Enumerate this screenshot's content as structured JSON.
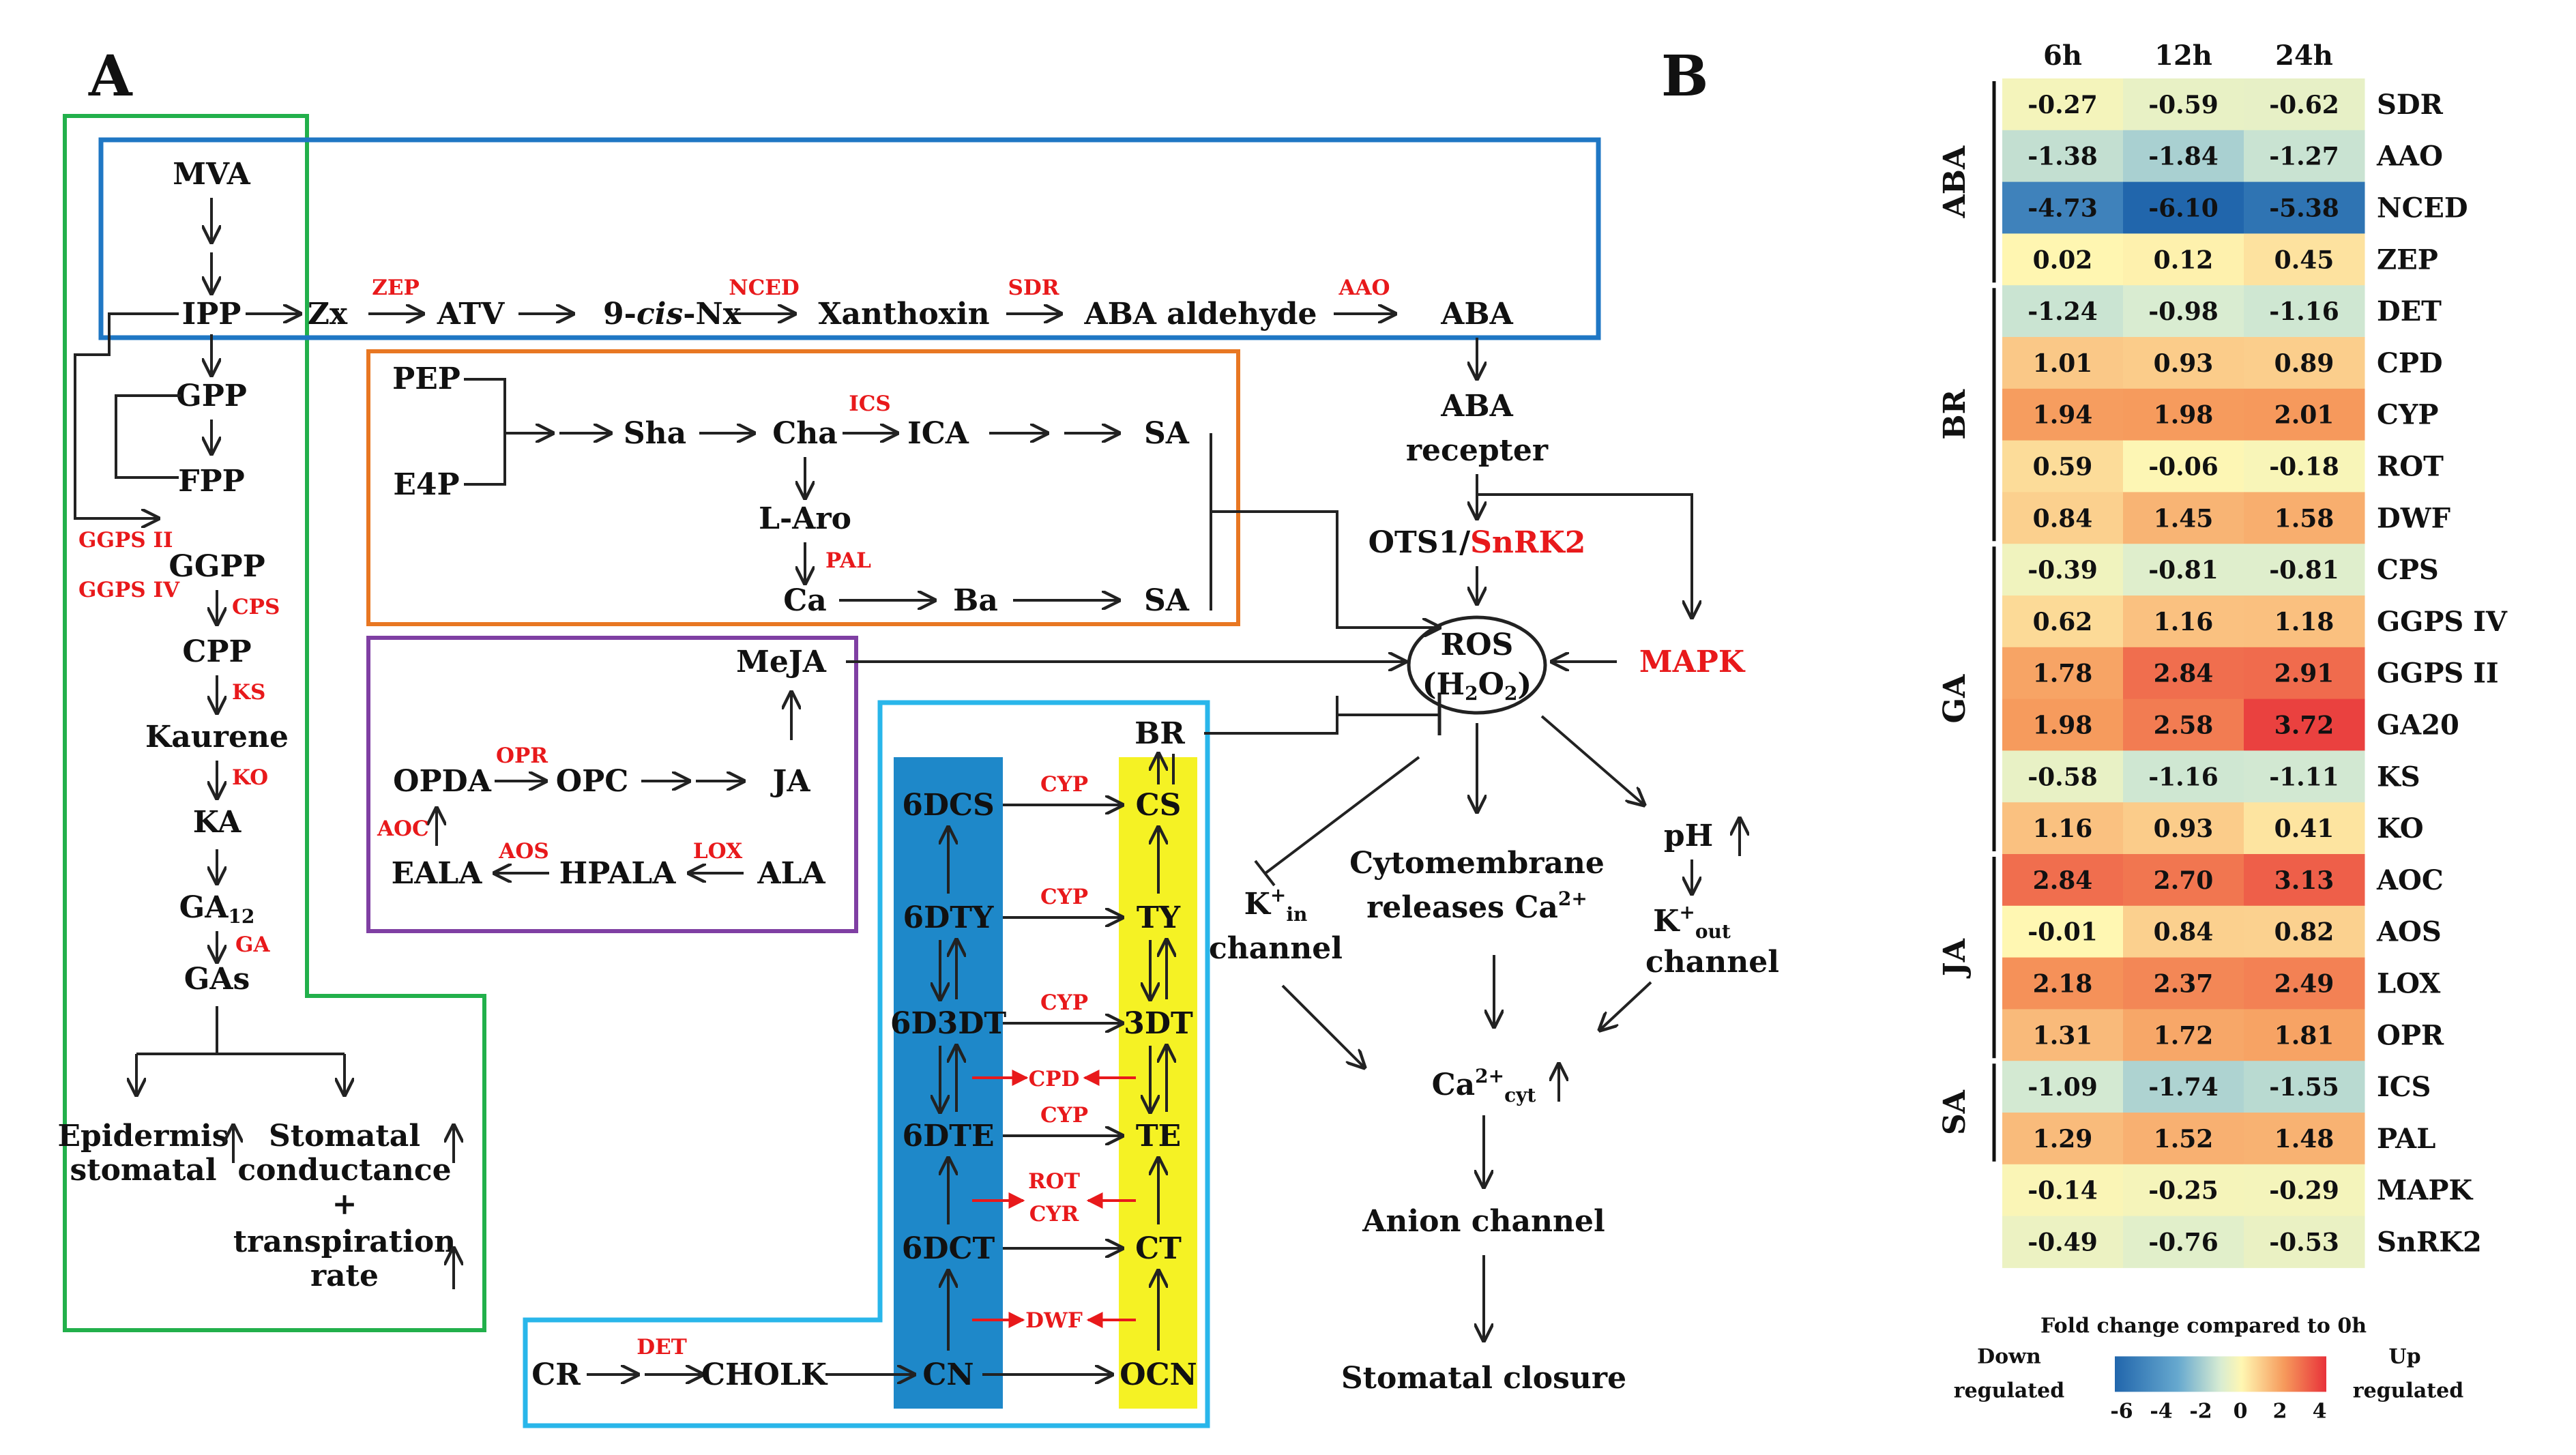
{
  "panels": {
    "a": "A",
    "b": "B"
  },
  "colors": {
    "ga_box": "#22b04b",
    "aba_box": "#1f77c4",
    "sa_box": "#e87722",
    "ja_box": "#7f3fa3",
    "br_box": "#29b6ea",
    "br_blue": "#1e88c9",
    "br_yellow": "#f5f224",
    "enzyme": "#e8191b"
  },
  "pathway": {
    "aba": {
      "mva": "MVA",
      "ipp": "IPP",
      "zx": "Zx",
      "atv": "ATV",
      "nx_pre": "9-",
      "nx_cis": "cis",
      "nx_post": "-Nx",
      "xanthoxin": "Xanthoxin",
      "aba_aldehyde": "ABA aldehyde",
      "aba": "ABA",
      "enzymes": {
        "zep": "ZEP",
        "nced": "NCED",
        "sdr": "SDR",
        "aao": "AAO"
      }
    },
    "ga": {
      "gpp": "GPP",
      "fpp": "FPP",
      "ggpp": "GGPP",
      "cpp": "CPP",
      "kaurene": "Kaurene",
      "ka": "KA",
      "ga12_base": "GA",
      "ga12_sub": "12",
      "gas": "GAs",
      "enzymes": {
        "ggps2": "GGPS II",
        "ggps4": "GGPS IV",
        "cps": "CPS",
        "ks": "KS",
        "ko": "KO",
        "ga": "GA"
      }
    },
    "sa": {
      "pep": "PEP",
      "e4p": "E4P",
      "sha": "Sha",
      "cha": "Cha",
      "ica": "ICA",
      "sa1": "SA",
      "laro": "L-Aro",
      "ca": "Ca",
      "ba": "Ba",
      "sa2": "SA",
      "enzymes": {
        "ics": "ICS",
        "pal": "PAL"
      }
    },
    "ja": {
      "meja": "MeJA",
      "opda": "OPDA",
      "opc": "OPC",
      "ja": "JA",
      "eala": "EALA",
      "hpala": "HPALA",
      "ala": "ALA",
      "enzymes": {
        "opr": "OPR",
        "aoc": "AOC",
        "aos": "AOS",
        "lox": "LOX"
      }
    },
    "br": {
      "br": "BR",
      "cs": "CS",
      "ty": "TY",
      "dt3": "3DT",
      "te": "TE",
      "ct": "CT",
      "ocn": "OCN",
      "dcs6": "6DCS",
      "dty6": "6DTY",
      "d3dt6": "6D3DT",
      "dte6": "6DTE",
      "dct6": "6DCT",
      "cn": "CN",
      "cr": "CR",
      "cholk": "CHOLK",
      "enzymes": {
        "cyp1": "CYP",
        "cyp2": "CYP",
        "cyp3": "CYP",
        "cpd": "CPD",
        "cyp4": "CYP",
        "rot": "ROT",
        "cyr": "CYR",
        "dwf": "DWF",
        "det": "DET"
      }
    },
    "effects": {
      "epidermis1": "Epidermis",
      "epidermis2": "stomatal",
      "conductance1": "Stomatal",
      "conductance2": "conductance",
      "plus": "+",
      "transpiration1": "transpiration",
      "transpiration2": "rate"
    },
    "signaling": {
      "aba_receptor1": "ABA",
      "aba_receptor2": "recepter",
      "ots1": "OTS1/",
      "snrk2": "SnRK2",
      "ros1": "ROS",
      "ros2_pre": "(H",
      "ros2_sub": "2",
      "ros2_mid": "O",
      "ros2_sub2": "2",
      "ros2_post": ")",
      "mapk": "MAPK",
      "k_in_base": "K",
      "k_in_sup": "+",
      "k_in_sub": "in",
      "k_in_channel": "channel",
      "cyto1": "Cytomembrane",
      "cyto2": "releases Ca",
      "cyto2_sup": "2+",
      "ph": "pH",
      "k_out_base": "K",
      "k_out_sup": "+",
      "k_out_sub": "out",
      "k_out_channel": "channel",
      "ca_base": "Ca",
      "ca_sup": "2+",
      "ca_sub": "cyt",
      "anion": "Anion channel",
      "closure": "Stomatal closure"
    }
  },
  "chart_data": {
    "type": "heatmap",
    "columns": [
      "6h",
      "12h",
      "24h"
    ],
    "groups": [
      {
        "name": "ABA",
        "genes": [
          "SDR",
          "AAO",
          "NCED",
          "ZEP"
        ]
      },
      {
        "name": "BR",
        "genes": [
          "DET",
          "CPD",
          "CYP",
          "ROT",
          "DWF"
        ]
      },
      {
        "name": "GA",
        "genes": [
          "CPS",
          "GGPS IV",
          "GGPS II",
          "GA20",
          "KS",
          "KO"
        ]
      },
      {
        "name": "JA",
        "genes": [
          "AOC",
          "AOS",
          "LOX",
          "OPR"
        ]
      },
      {
        "name": "SA",
        "genes": [
          "ICS",
          "PAL"
        ]
      }
    ],
    "rows": [
      {
        "gene": "SDR",
        "values": [
          -0.27,
          -0.59,
          -0.62
        ],
        "labels": [
          "-0.27",
          "-0.59",
          "-0.62"
        ]
      },
      {
        "gene": "AAO",
        "values": [
          -1.38,
          -1.84,
          -1.27
        ],
        "labels": [
          "-1.38",
          "-1.84",
          "-1.27"
        ]
      },
      {
        "gene": "NCED",
        "values": [
          -4.73,
          -6.1,
          -5.38
        ],
        "labels": [
          "-4.73",
          "-6.10",
          "-5.38"
        ]
      },
      {
        "gene": "ZEP",
        "values": [
          0.02,
          0.12,
          0.45
        ],
        "labels": [
          "0.02",
          "0.12",
          "0.45"
        ]
      },
      {
        "gene": "DET",
        "values": [
          -1.24,
          -0.98,
          -1.16
        ],
        "labels": [
          "-1.24",
          "-0.98",
          "-1.16"
        ]
      },
      {
        "gene": "CPD",
        "values": [
          1.01,
          0.93,
          0.89
        ],
        "labels": [
          "1.01",
          "0.93",
          "0.89"
        ]
      },
      {
        "gene": "CYP",
        "values": [
          1.94,
          1.98,
          2.01
        ],
        "labels": [
          "1.94",
          "1.98",
          "2.01"
        ]
      },
      {
        "gene": "ROT",
        "values": [
          0.59,
          -0.06,
          -0.18
        ],
        "labels": [
          "0.59",
          "-0.06",
          "-0.18"
        ]
      },
      {
        "gene": "DWF",
        "values": [
          0.84,
          1.45,
          1.58
        ],
        "labels": [
          "0.84",
          "1.45",
          "1.58"
        ]
      },
      {
        "gene": "CPS",
        "values": [
          -0.39,
          -0.81,
          -0.81
        ],
        "labels": [
          "-0.39",
          "-0.81",
          "-0.81"
        ]
      },
      {
        "gene": "GGPS IV",
        "values": [
          0.62,
          1.16,
          1.18
        ],
        "labels": [
          "0.62",
          "1.16",
          "1.18"
        ]
      },
      {
        "gene": "GGPS II",
        "values": [
          1.78,
          2.84,
          2.91
        ],
        "labels": [
          "1.78",
          "2.84",
          "2.91"
        ]
      },
      {
        "gene": "GA20",
        "values": [
          1.98,
          2.58,
          3.72
        ],
        "labels": [
          "1.98",
          "2.58",
          "3.72"
        ]
      },
      {
        "gene": "KS",
        "values": [
          -0.58,
          -1.16,
          -1.11
        ],
        "labels": [
          "-0.58",
          "-1.16",
          "-1.11"
        ]
      },
      {
        "gene": "KO",
        "values": [
          1.16,
          0.93,
          0.41
        ],
        "labels": [
          "1.16",
          "0.93",
          "0.41"
        ]
      },
      {
        "gene": "AOC",
        "values": [
          2.84,
          2.7,
          3.13
        ],
        "labels": [
          "2.84",
          "2.70",
          "3.13"
        ]
      },
      {
        "gene": "AOS",
        "values": [
          -0.01,
          0.84,
          0.82
        ],
        "labels": [
          "-0.01",
          "0.84",
          "0.82"
        ]
      },
      {
        "gene": "LOX",
        "values": [
          2.18,
          2.37,
          2.49
        ],
        "labels": [
          "2.18",
          "2.37",
          "2.49"
        ]
      },
      {
        "gene": "OPR",
        "values": [
          1.31,
          1.72,
          1.81
        ],
        "labels": [
          "1.31",
          "1.72",
          "1.81"
        ]
      },
      {
        "gene": "ICS",
        "values": [
          -1.09,
          -1.74,
          -1.55
        ],
        "labels": [
          "-1.09",
          "-1.74",
          "-1.55"
        ]
      },
      {
        "gene": "PAL",
        "values": [
          1.29,
          1.52,
          1.48
        ],
        "labels": [
          "1.29",
          "1.52",
          "1.48"
        ]
      },
      {
        "gene": "MAPK",
        "values": [
          -0.14,
          -0.25,
          -0.29
        ],
        "labels": [
          "-0.14",
          "-0.25",
          "-0.29"
        ]
      },
      {
        "gene": "SnRK2",
        "values": [
          -0.49,
          -0.76,
          -0.53
        ],
        "labels": [
          "-0.49",
          "-0.76",
          "-0.53"
        ]
      }
    ],
    "scale": {
      "min": -6,
      "max": 4,
      "ticks": [
        "-6",
        "-4",
        "-2",
        "0",
        "2",
        "4"
      ]
    },
    "legend": {
      "title": "Fold change compared to 0h",
      "down1": "Down",
      "down2": "regulated",
      "up1": "Up",
      "up2": "regulated"
    }
  }
}
